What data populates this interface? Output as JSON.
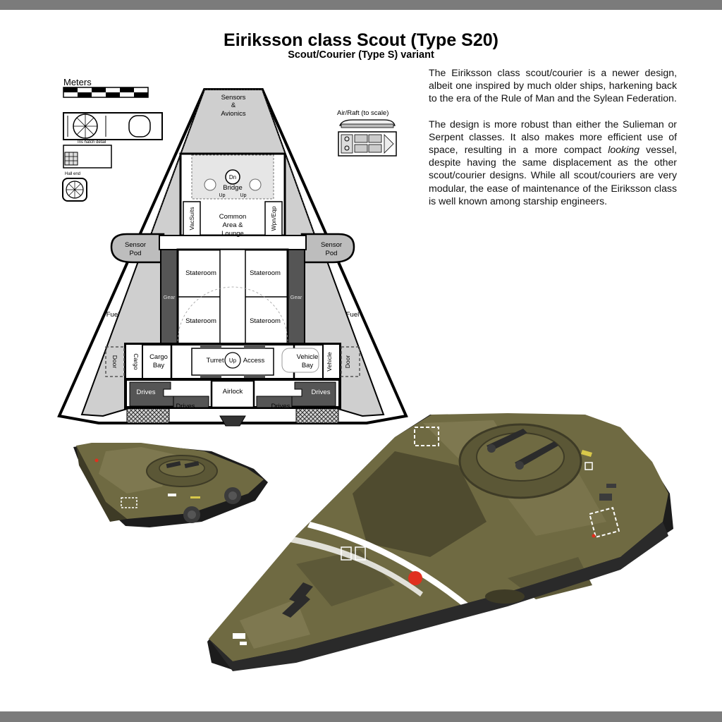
{
  "document": {
    "title": "Eiriksson class Scout (Type S20)",
    "subtitle": "Scout/Courier (Type S) variant"
  },
  "body": {
    "p1": "The Eiriksson class scout/courier is a newer design, albeit one inspired by much older ships, harkening back to the era of the Rule of Man and the Sylean Federation.",
    "p2a": "The design is more robust than either the Sulieman or Serpent classes.  It also makes more efficient use of space, resulting in a more compact ",
    "p2em": "looking",
    "p2b": "  vessel, despite having the same displacement as the other scout/courier designs.  While all scout/couriers are very modular, the ease of maintenance of the Eiriksson class is well known among starship engineers."
  },
  "legend": {
    "meters": "Meters",
    "iris_hatch": "Iris hatch detail",
    "hall_end": "Hall end",
    "air_raft": "Air/Raft (to scale)"
  },
  "deck_labels": {
    "sensors": [
      "Sensors",
      "&",
      "Avionics"
    ],
    "sensor_pod": [
      "Sensor",
      "Pod"
    ],
    "fuel": "Fuel",
    "gear": "Gear",
    "bridge": "Bridge",
    "dn": "Dn",
    "up": "Up",
    "common": [
      "Common",
      "Area &",
      "Lounge"
    ],
    "vac_suits": "VacSuits",
    "wpn_eqp": "Wpn/Eqp",
    "stateroom": "Stateroom",
    "cargo_bay": [
      "Cargo",
      "Bay"
    ],
    "cargo_door": [
      "Cargo",
      "Door"
    ],
    "vehicle_bay": [
      "Vehicle",
      "Bay"
    ],
    "vehicle_door": [
      "Vehicle",
      "Door"
    ],
    "turret": "Turret",
    "access": "Access",
    "airlock": "Airlock",
    "drives": "Drives"
  },
  "colors": {
    "hull_olive": "#6f6a42",
    "hull_dark": "#3e3b26",
    "hull_light": "#8a8456",
    "marking_white": "#ffffff",
    "beacon_red": "#e0301e",
    "plan_grey": "#cfcfcf",
    "plan_dark": "#555555"
  }
}
